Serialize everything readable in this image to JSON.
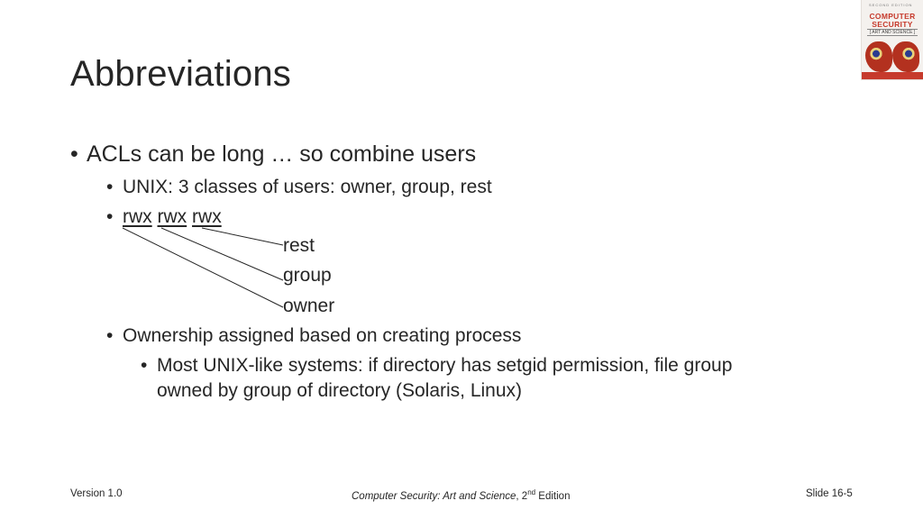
{
  "slide": {
    "title": "Abbreviations",
    "bullets": {
      "b1": "ACLs can be long … so combine users",
      "b1a": "UNIX: 3 classes of users: owner, group, rest",
      "b1b": {
        "p1": "rwx",
        "p2": "rwx",
        "p3": "rwx"
      },
      "labels": {
        "rest": "rest",
        "group": "group",
        "owner": "owner"
      },
      "b1c": "Ownership assigned based on creating process",
      "b1c1_line1": "Most UNIX-like systems: if directory has setgid permission, file group",
      "b1c1_line2": "owned by group of directory (Solaris, Linux)"
    }
  },
  "footer": {
    "version": "Version 1.0",
    "book_title": "Computer Security: Art and Science",
    "edition_num": "2",
    "edition_sup": "nd",
    "edition_word": "Edition",
    "slide_number": "Slide 16-5"
  },
  "book_cover": {
    "edition_text": "SECOND EDITION",
    "title_line1": "COMPUTER",
    "title_line2": "SECURITY",
    "subtitle": "[ ART AND SCIENCE ]"
  },
  "colors": {
    "text": "#262626",
    "accent": "#c63a2c"
  }
}
